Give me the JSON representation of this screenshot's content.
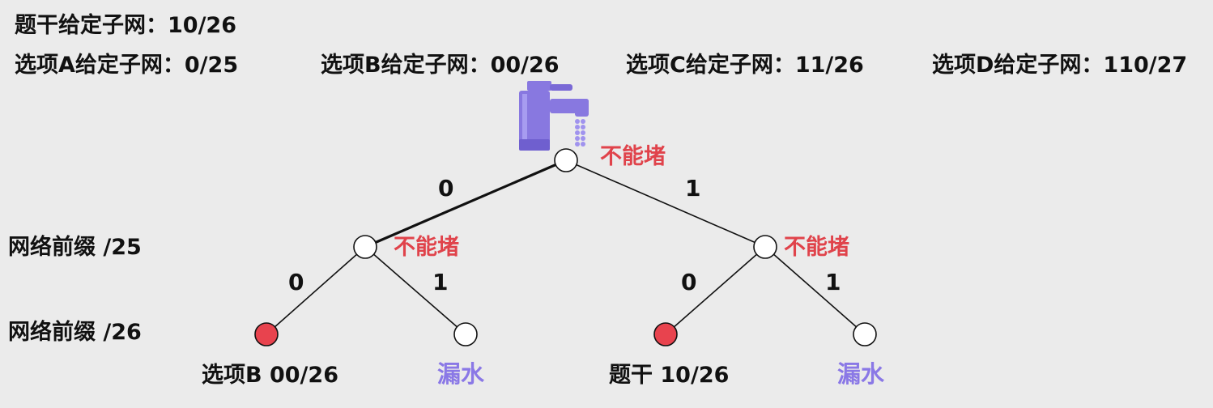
{
  "header": {
    "stem": "题干给定子网：10/26",
    "options": [
      "选项A给定子网：0/25",
      "选项B给定子网：00/26",
      "选项C给定子网：11/26",
      "选项D给定子网：110/27"
    ]
  },
  "levels": [
    "网络前缀 /25",
    "网络前缀 /26"
  ],
  "edges": {
    "zero": "0",
    "one": "1"
  },
  "blocked_label": "不能堵",
  "leak_label": "漏水",
  "leaves": [
    {
      "label": "选项B 00/26",
      "state": "blocked"
    },
    {
      "label": "漏水",
      "state": "leak"
    },
    {
      "label": "题干 10/26",
      "state": "blocked"
    },
    {
      "label": "漏水",
      "state": "leak"
    }
  ],
  "colors": {
    "blocked_fill": "#e8434e",
    "node_fill": "#ffffff",
    "faucet": "#8878e0",
    "warn": "#e0434b",
    "leak": "#8a78e6"
  },
  "icons": [
    "faucet-icon"
  ]
}
